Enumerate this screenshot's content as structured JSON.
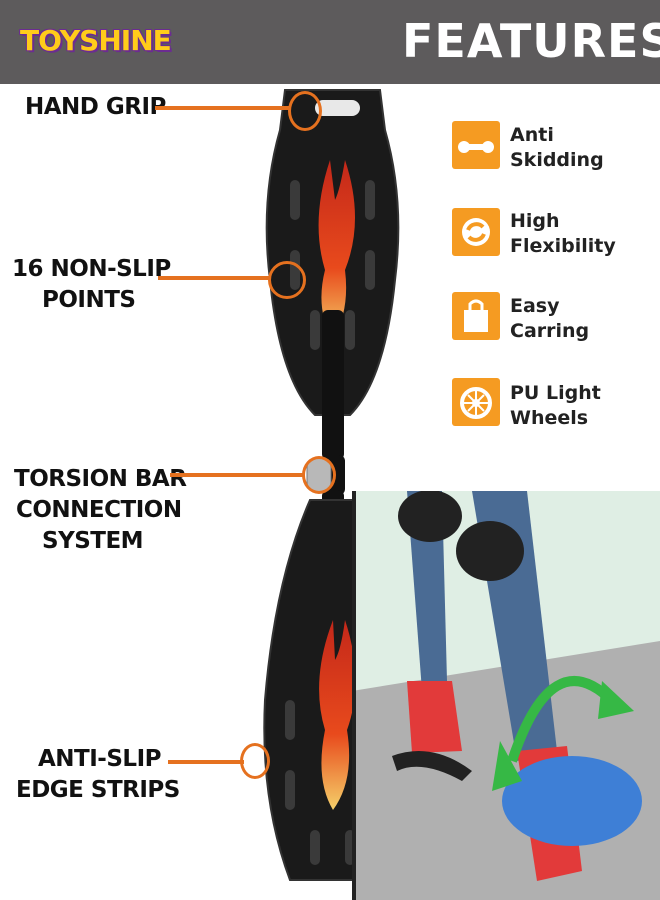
{
  "brand": {
    "logo_text": "TOYSHINE"
  },
  "header": {
    "title": "FEATURES"
  },
  "callouts": {
    "hand_grip": "HAND GRIP",
    "non_slip_line1": "16 NON-SLIP",
    "non_slip_line2": "POINTS",
    "torsion_line1": "TORSION BAR",
    "torsion_line2": "CONNECTION",
    "torsion_line3": "SYSTEM",
    "edge_line1": "ANTI-SLIP",
    "edge_line2": "EDGE STRIPS"
  },
  "features": [
    {
      "icon": "anti-skid-icon",
      "line1": "Anti",
      "line2": "Skidding"
    },
    {
      "icon": "flexibility-icon",
      "line1": "High",
      "line2": "Flexibility"
    },
    {
      "icon": "bag-icon",
      "line1": "Easy",
      "line2": "Carring"
    },
    {
      "icon": "wheel-icon",
      "line1": "PU Light",
      "line2": "Wheels"
    }
  ],
  "colors": {
    "accent": "#e5711f",
    "icon_bg": "#f59b22",
    "header_bg": "#5d5b5c",
    "flame": "#e8421c"
  }
}
